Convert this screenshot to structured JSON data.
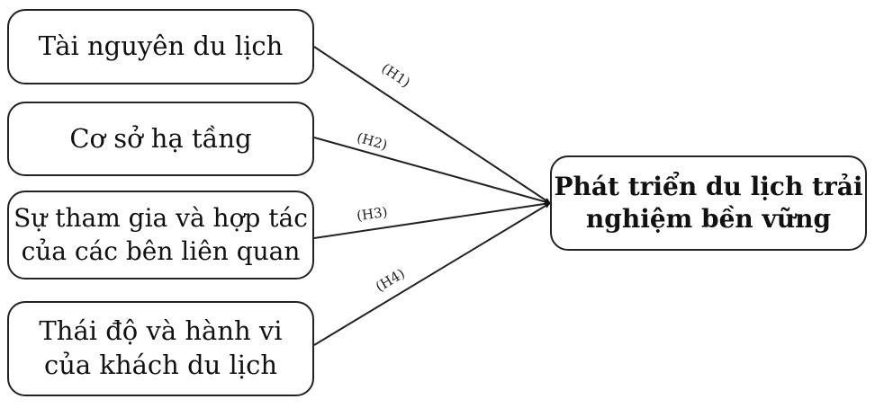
{
  "factors": [
    {
      "lines": [
        "Tài nguyên du lịch"
      ],
      "hypothesis": "(H1)"
    },
    {
      "lines": [
        "Cơ sở hạ tầng"
      ],
      "hypothesis": "(H2)"
    },
    {
      "lines": [
        "Sự tham gia và hợp tác",
        "của các bên liên quan"
      ],
      "hypothesis": "(H3)"
    },
    {
      "lines": [
        "Thái độ và hành vi",
        "của khách du lịch"
      ],
      "hypothesis": "(H4)"
    }
  ],
  "target": {
    "lines": [
      "Phát triển du lịch trải",
      "nghiệm bền vững"
    ]
  },
  "colors": {
    "stroke": "#222222",
    "background": "#ffffff"
  }
}
